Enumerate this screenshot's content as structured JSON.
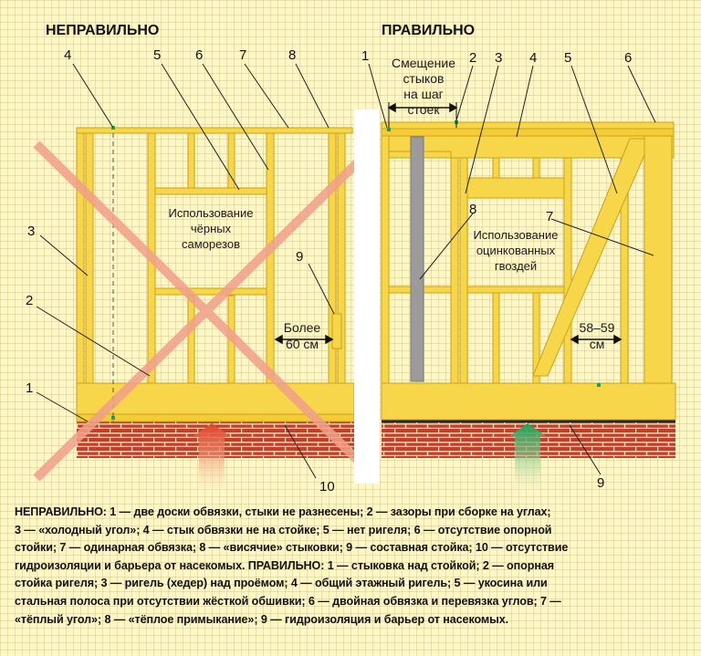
{
  "headers": {
    "wrong": "НЕПРАВИЛЬНО",
    "right": "ПРАВИЛЬНО"
  },
  "left_callouts": [
    "1",
    "2",
    "3",
    "4",
    "5",
    "6",
    "7",
    "8",
    "9",
    "10"
  ],
  "right_callouts": [
    "1",
    "2",
    "3",
    "4",
    "5",
    "6",
    "7",
    "8",
    "9"
  ],
  "left_labels": {
    "screws_line1": "Использование",
    "screws_line2": "чёрных",
    "screws_line3": "саморезов",
    "spacing_line1": "Более",
    "spacing_line2": "60 см"
  },
  "right_labels": {
    "offset_line1": "Смещение",
    "offset_line2": "стыков",
    "offset_line3": "на шаг",
    "offset_line4": "стоек",
    "nails_line1": "Использование",
    "nails_line2": "оцинкованных",
    "nails_line3": "гвоздей",
    "spacing_line1": "58–59",
    "spacing_line2": "см"
  },
  "legend_lines": [
    "НЕПРАВИЛЬНО: 1 — две доски обвязки, стыки не разнесены; 2 — зазоры при сборке на  углах;",
    "3 — «холодный угол»; 4 — стык обвязки не на стойке; 5 — нет ригеля; 6 — отсутствие опорной",
    "стойки; 7 — одинарная обвязка; 8 — «висячие» стыковки; 9 — составная стойка; 10 — отсутствие",
    "гидроизоляции и барьера от насекомых. ПРАВИЛЬНО: 1 — стыковка над стойкой; 2 — опорная",
    "стойка ригеля; 3 — ригель (хедер) над проёмом; 4 — общий этажный ригель; 5 — укосина или",
    "стальная полоса при отсутствии жёсткой обшивки; 6 — двойная обвязка и перевязка углов; 7 —",
    "«тёплый угол»; 8 — «тёплое примыкание»; 9 — гидроизоляция и барьер от насекомых."
  ],
  "colors": {
    "wood": "#f7d64a",
    "wood_edge": "#caa21a",
    "brick": "#c2402a",
    "mortar": "#f1d9b8",
    "cross": "#f0a08a",
    "arrow_bad": "#e0402a",
    "arrow_good": "#19a35a",
    "insulation": "#9b9b9b"
  }
}
